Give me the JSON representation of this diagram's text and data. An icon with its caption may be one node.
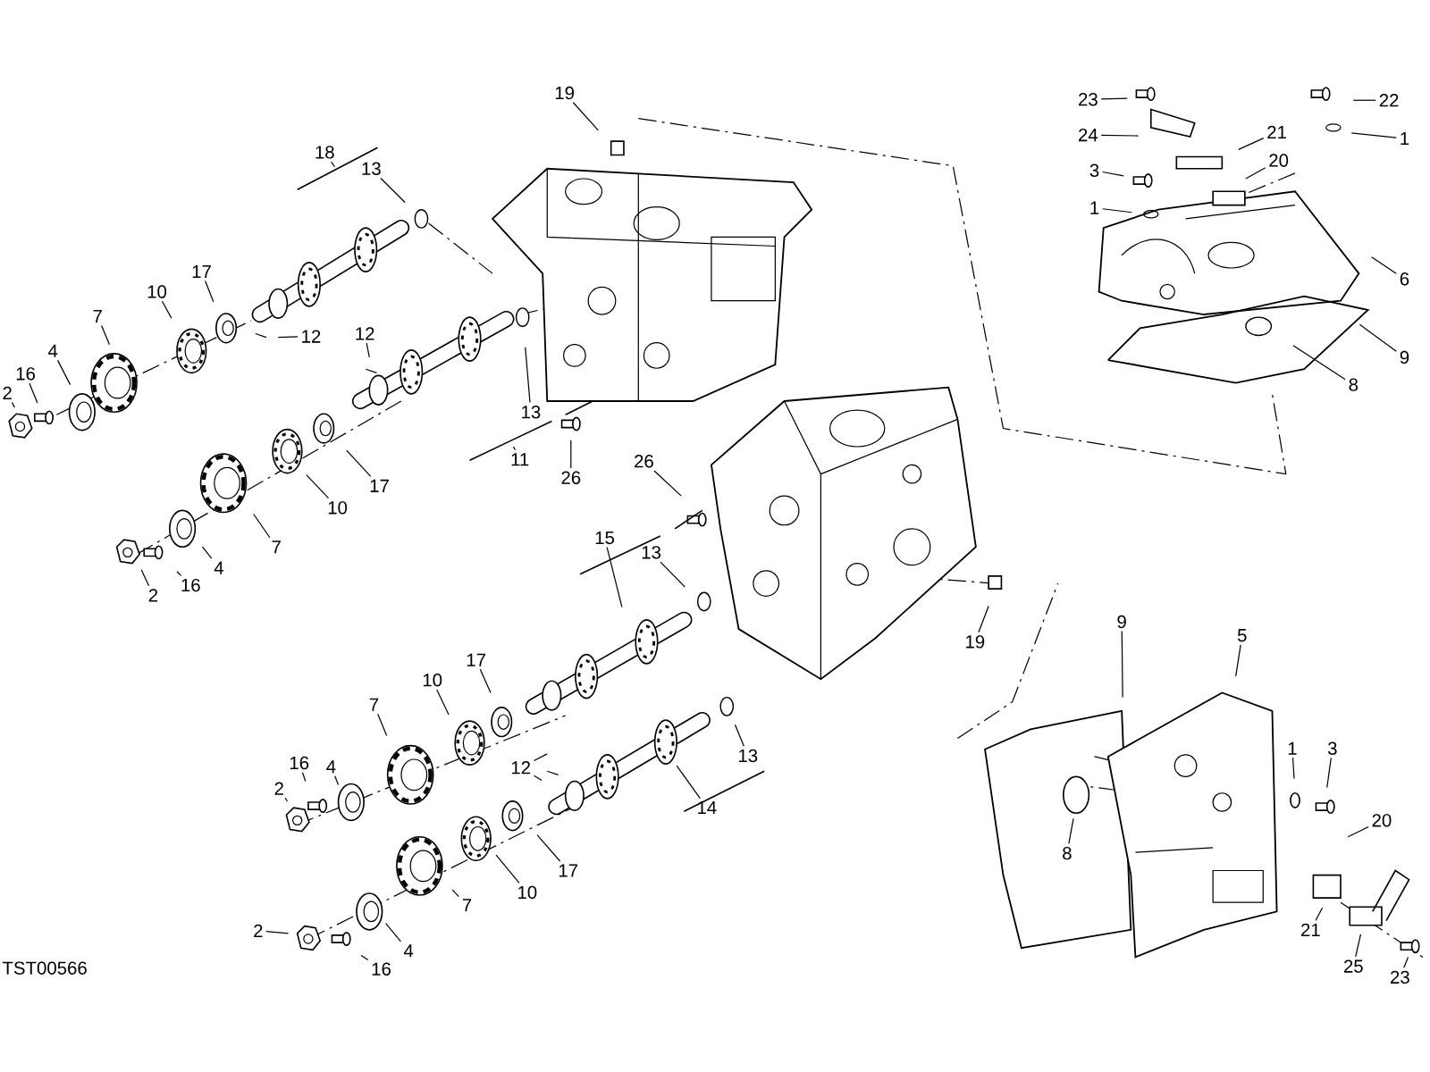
{
  "diagram": {
    "nodes": [
      {
        "text": [
          "19"
        ]
      },
      {
        "text": [
          "18"
        ]
      },
      {
        "text": [
          "13"
        ]
      },
      {
        "text": [
          "17"
        ]
      },
      {
        "text": [
          "10"
        ]
      },
      {
        "text": [
          "7"
        ]
      },
      {
        "text": [
          "4"
        ]
      },
      {
        "text": [
          "16"
        ]
      },
      {
        "text": [
          "2"
        ]
      },
      {
        "text": [
          "12"
        ]
      },
      {
        "text": [
          "12"
        ]
      },
      {
        "text": [
          "13"
        ]
      },
      {
        "text": [
          "11"
        ]
      },
      {
        "text": [
          "17"
        ]
      },
      {
        "text": [
          "10"
        ]
      },
      {
        "text": [
          "7"
        ]
      },
      {
        "text": [
          "4"
        ]
      },
      {
        "text": [
          "16"
        ]
      },
      {
        "text": [
          "2"
        ]
      },
      {
        "text": [
          "26"
        ]
      },
      {
        "text": [
          "26"
        ]
      },
      {
        "text": [
          "15"
        ]
      },
      {
        "text": [
          "13"
        ]
      },
      {
        "text": [
          "19"
        ]
      },
      {
        "text": [
          "17"
        ]
      },
      {
        "text": [
          "10"
        ]
      },
      {
        "text": [
          "7"
        ]
      },
      {
        "text": [
          "4"
        ]
      },
      {
        "text": [
          "16"
        ]
      },
      {
        "text": [
          "2"
        ]
      },
      {
        "text": [
          "12"
        ]
      },
      {
        "text": [
          "13"
        ]
      },
      {
        "text": [
          "14"
        ]
      },
      {
        "text": [
          "17"
        ]
      },
      {
        "text": [
          "10"
        ]
      },
      {
        "text": [
          "7"
        ]
      },
      {
        "text": [
          "4"
        ]
      },
      {
        "text": [
          "16"
        ]
      },
      {
        "text": [
          "2"
        ]
      },
      {
        "text": [
          "23"
        ]
      },
      {
        "text": [
          "24"
        ]
      },
      {
        "text": [
          "3"
        ]
      },
      {
        "text": [
          "1"
        ]
      },
      {
        "text": [
          "21"
        ]
      },
      {
        "text": [
          "20"
        ]
      },
      {
        "text": [
          "22"
        ]
      },
      {
        "text": [
          "1"
        ]
      },
      {
        "text": [
          "6"
        ]
      },
      {
        "text": [
          "9"
        ]
      },
      {
        "text": [
          "8"
        ]
      },
      {
        "text": [
          "9"
        ]
      },
      {
        "text": [
          "5"
        ]
      },
      {
        "text": [
          "8"
        ]
      },
      {
        "text": [
          "1"
        ]
      },
      {
        "text": [
          "3"
        ]
      },
      {
        "text": [
          "20"
        ]
      },
      {
        "text": [
          "21"
        ]
      },
      {
        "text": [
          "25"
        ]
      },
      {
        "text": [
          "23"
        ]
      }
    ],
    "edges": [
      {
        "from": 0,
        "to": null,
        "arrow": "none"
      },
      {
        "from": 1,
        "to": null,
        "arrow": "none"
      },
      {
        "from": 2,
        "to": null,
        "arrow": "none"
      },
      {
        "from": 3,
        "to": null,
        "arrow": "none"
      },
      {
        "from": 4,
        "to": null,
        "arrow": "none"
      },
      {
        "from": 5,
        "to": null,
        "arrow": "none"
      },
      {
        "from": 6,
        "to": null,
        "arrow": "none"
      },
      {
        "from": 7,
        "to": null,
        "arrow": "none"
      },
      {
        "from": 8,
        "to": null,
        "arrow": "none"
      },
      {
        "from": 9,
        "to": null,
        "arrow": "none"
      },
      {
        "from": 10,
        "to": null,
        "arrow": "none"
      },
      {
        "from": 11,
        "to": null,
        "arrow": "none"
      },
      {
        "from": 12,
        "to": null,
        "arrow": "none"
      },
      {
        "from": 13,
        "to": null,
        "arrow": "none"
      },
      {
        "from": 14,
        "to": null,
        "arrow": "none"
      },
      {
        "from": 15,
        "to": null,
        "arrow": "none"
      },
      {
        "from": 16,
        "to": null,
        "arrow": "none"
      },
      {
        "from": 17,
        "to": null,
        "arrow": "none"
      },
      {
        "from": 18,
        "to": null,
        "arrow": "none"
      },
      {
        "from": 19,
        "to": null,
        "arrow": "none"
      },
      {
        "from": 20,
        "to": null,
        "arrow": "none"
      },
      {
        "from": 21,
        "to": null,
        "arrow": "none"
      },
      {
        "from": 22,
        "to": null,
        "arrow": "none"
      },
      {
        "from": 23,
        "to": null,
        "arrow": "none"
      },
      {
        "from": 24,
        "to": null,
        "arrow": "none"
      },
      {
        "from": 25,
        "to": null,
        "arrow": "none"
      },
      {
        "from": 26,
        "to": null,
        "arrow": "none"
      },
      {
        "from": 27,
        "to": null,
        "arrow": "none"
      },
      {
        "from": 28,
        "to": null,
        "arrow": "none"
      },
      {
        "from": 29,
        "to": null,
        "arrow": "none"
      },
      {
        "from": 30,
        "to": null,
        "arrow": "none"
      },
      {
        "from": 30,
        "to": null,
        "arrow": "none"
      },
      {
        "from": 31,
        "to": null,
        "arrow": "none"
      },
      {
        "from": 32,
        "to": null,
        "arrow": "none"
      },
      {
        "from": 33,
        "to": null,
        "arrow": "none"
      },
      {
        "from": 34,
        "to": null,
        "arrow": "none"
      },
      {
        "from": 35,
        "to": null,
        "arrow": "none"
      },
      {
        "from": 36,
        "to": null,
        "arrow": "none"
      },
      {
        "from": 37,
        "to": null,
        "arrow": "none"
      },
      {
        "from": 38,
        "to": null,
        "arrow": "none"
      },
      {
        "from": 39,
        "to": null,
        "arrow": "none"
      },
      {
        "from": 40,
        "to": null,
        "arrow": "none"
      },
      {
        "from": 41,
        "to": null,
        "arrow": "none"
      },
      {
        "from": 42,
        "to": null,
        "arrow": "none"
      },
      {
        "from": 43,
        "to": null,
        "arrow": "none"
      },
      {
        "from": 44,
        "to": null,
        "arrow": "none"
      },
      {
        "from": 45,
        "to": null,
        "arrow": "none"
      },
      {
        "from": 46,
        "to": null,
        "arrow": "none"
      },
      {
        "from": 47,
        "to": null,
        "arrow": "none"
      },
      {
        "from": 48,
        "to": null,
        "arrow": "none"
      },
      {
        "from": 49,
        "to": null,
        "arrow": "none"
      },
      {
        "from": 50,
        "to": null,
        "arrow": "none"
      },
      {
        "from": 51,
        "to": null,
        "arrow": "none"
      },
      {
        "from": 52,
        "to": null,
        "arrow": "none"
      },
      {
        "from": 53,
        "to": null,
        "arrow": "none"
      },
      {
        "from": 54,
        "to": null,
        "arrow": "none"
      },
      {
        "from": 55,
        "to": null,
        "arrow": "none"
      },
      {
        "from": 56,
        "to": null,
        "arrow": "none"
      },
      {
        "from": 57,
        "to": null,
        "arrow": "none"
      },
      {
        "from": 58,
        "to": null,
        "arrow": "none"
      }
    ],
    "labels": [
      "TST00566"
    ]
  }
}
